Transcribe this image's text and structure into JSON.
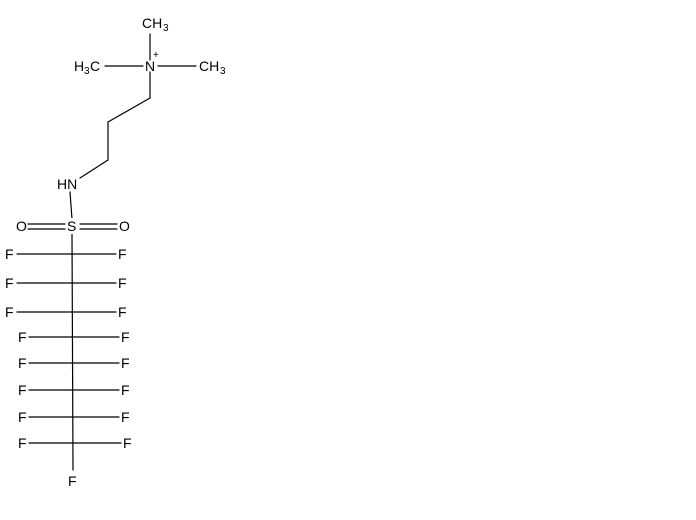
{
  "molecule": {
    "ammonium_n": "N",
    "charge": "+",
    "methyl_c": "CH",
    "methyl_h3": "3",
    "methyl_left_h": "H",
    "methyl_left_3": "3",
    "methyl_left_c": "C",
    "amine": "HN",
    "sulfur": "S",
    "oxygen": "O",
    "fluorine": "F"
  }
}
